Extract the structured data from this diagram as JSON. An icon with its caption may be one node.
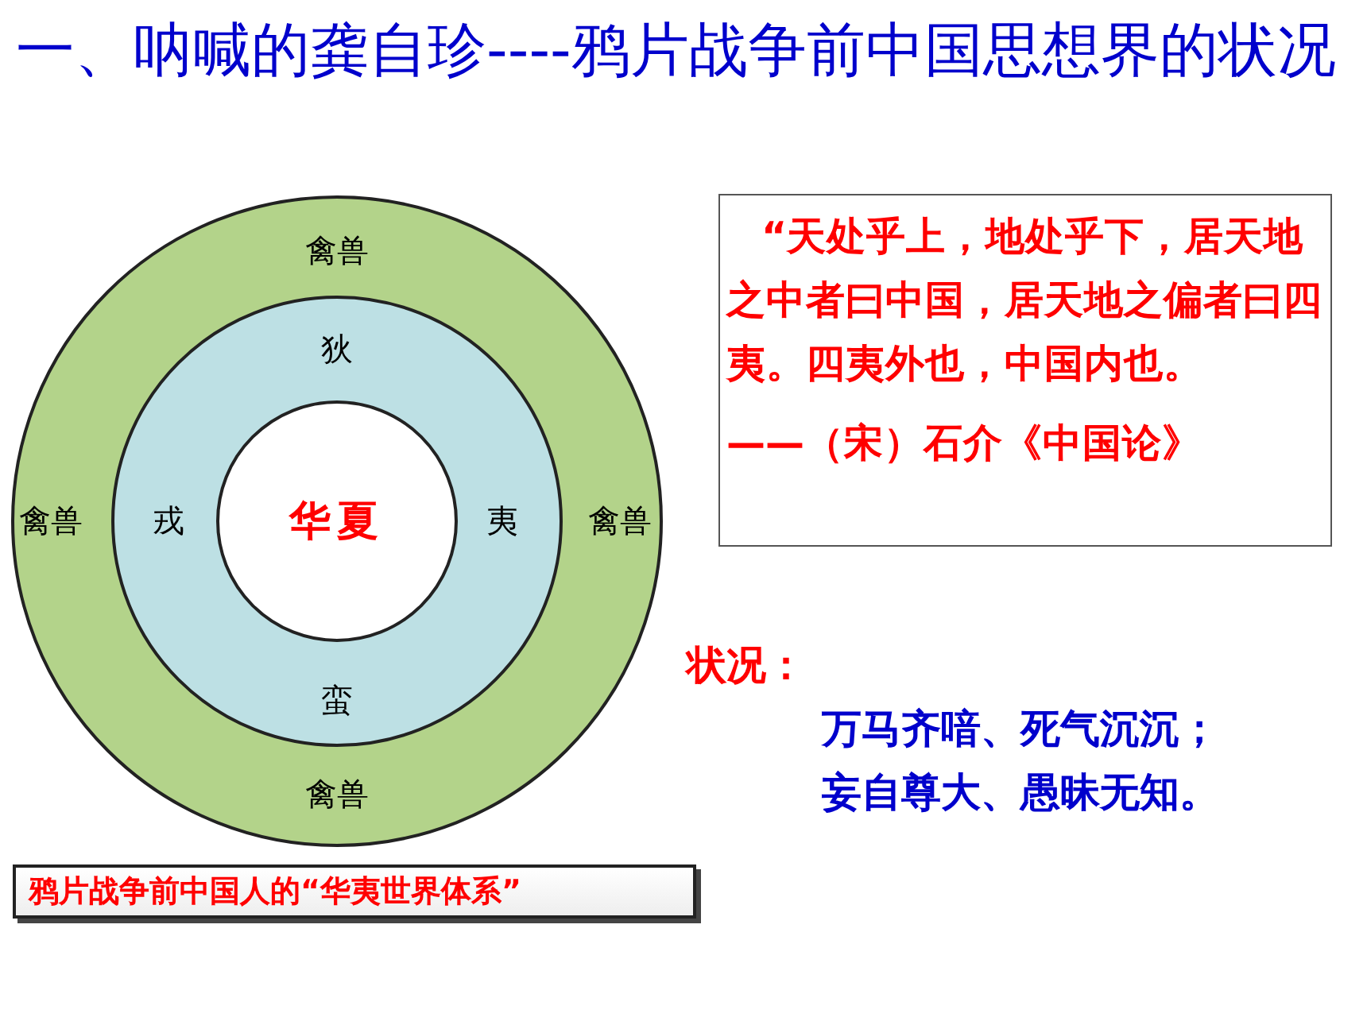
{
  "diagram": {
    "title": "一、呐喊的龚自珍----鸦片战争前中国思想界的状况",
    "caption": "鸦片战争前中国人的“华夷世界体系”",
    "nodes": [
      {
        "text": [
          "禽兽",
          "禽兽",
          "禽兽",
          "禽兽"
        ]
      },
      {
        "text": [
          "狄",
          "戎",
          "夷",
          "蛮"
        ],
        "in": 0
      },
      {
        "text": [
          "华夏"
        ],
        "in": 1
      },
      {
        "text": [
          "“天处乎上，地处乎下，居天地之中者曰中国，居天地之偏者曰四夷。四夷外也，中国内也。",
          "——（宋）石介《中国论》"
        ]
      }
    ],
    "edges": [],
    "labels": [
      "状况：",
      "万马齐喑、死气沉沉；",
      "妄自尊大、愚昧无知。"
    ]
  }
}
